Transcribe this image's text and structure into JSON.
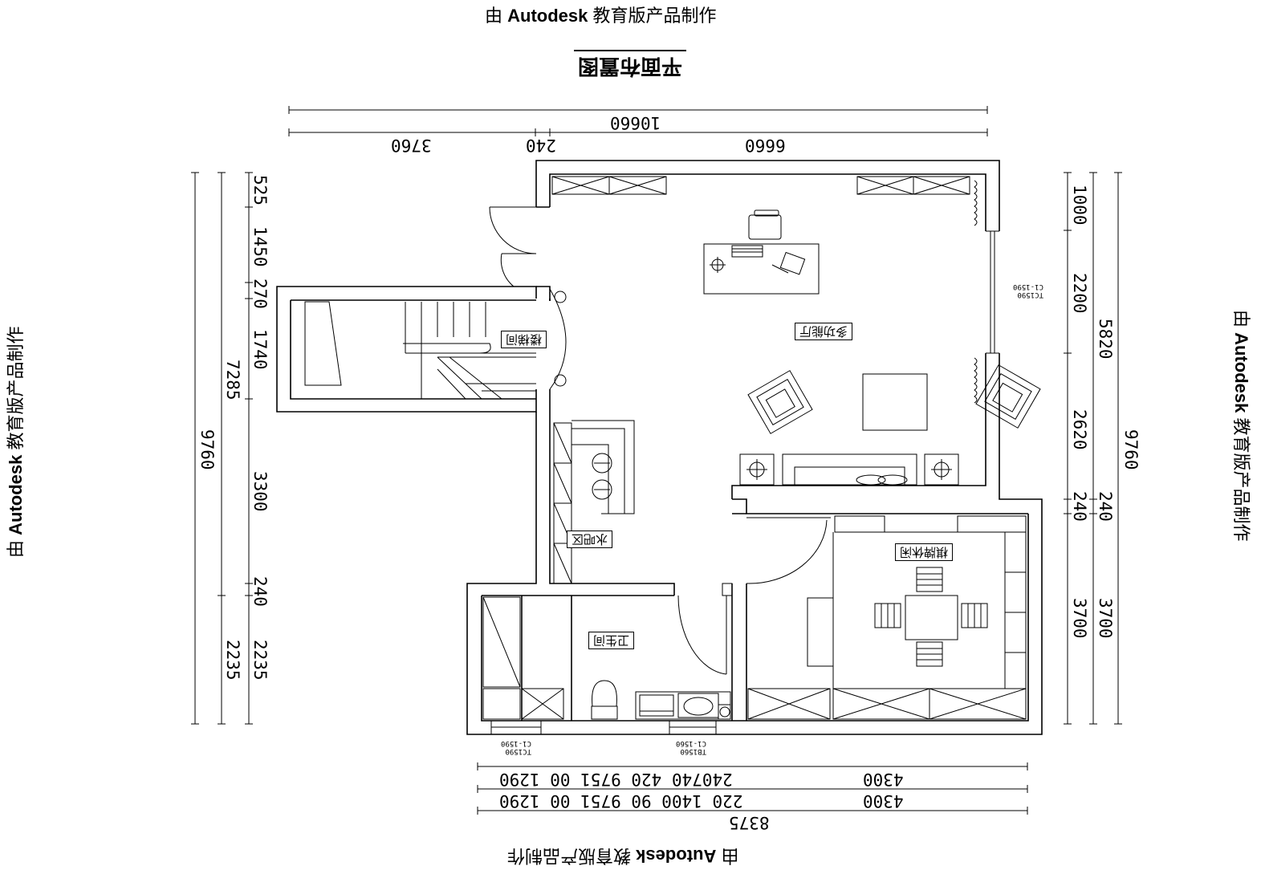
{
  "watermark": {
    "prefix": "由",
    "brand": "Autodesk",
    "suffix": "教育版产品制作"
  },
  "plan_title": "平面布置图",
  "rooms": {
    "multi_function_hall": "多功能厅",
    "stair_room": "楼梯间",
    "water_bar": "水吧区",
    "bathroom": "卫生间",
    "chess_room": "棋牌休闲"
  },
  "window_codes": {
    "east_window": [
      "TC1590",
      "C1-1590"
    ],
    "bottom_left_window": [
      "TC1590",
      "C1-1590"
    ],
    "bottom_mid_window": [
      "TB1560",
      "C1-1560"
    ]
  },
  "dimensions": {
    "top_total": "10660",
    "top_seg_1": "3760",
    "top_seg_2": "240",
    "top_seg_3": "6660",
    "left_total": "9760",
    "left_mid_1": "7285",
    "left_mid_2": "2235",
    "left_seg_1": "525",
    "left_seg_2": "1450",
    "left_seg_3": "270",
    "left_seg_4": "1740",
    "left_seg_5": "3300",
    "left_seg_6": "240",
    "left_seg_7": "2235",
    "right_seg_1": "1000",
    "right_seg_2": "2200",
    "right_seg_3": "2620",
    "right_seg_4": "240",
    "right_seg_5": "3700",
    "right_mid_1": "5820",
    "right_mid_2": "240",
    "right_mid_3": "3700",
    "right_total": "9760",
    "bottom_row_1_right": "4300",
    "bottom_row_1_left": "240740 420   9751 00 1290",
    "bottom_row_2_right": "4300",
    "bottom_row_2_left": "220  1400  90 9751 00 1290",
    "bottom_total": "8375"
  }
}
